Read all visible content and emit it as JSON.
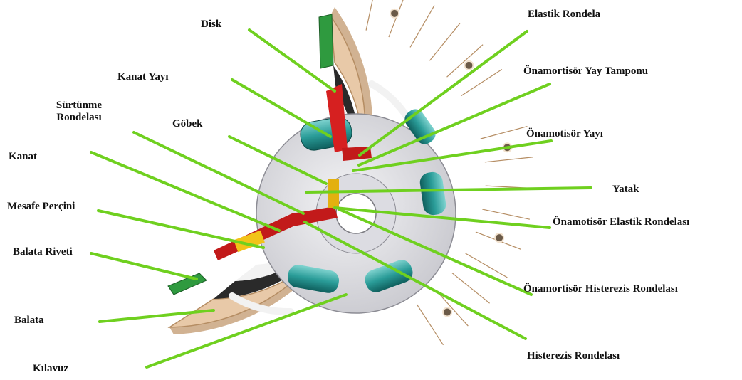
{
  "diagram": {
    "subject": "clutch disc cutaway",
    "leader_color": "#6fd01f",
    "labels": {
      "disk": "Disk",
      "elastik_rondela": "Elastik Rondela",
      "kanat_yayi": "Kanat  Yayı",
      "onamortisor_yay_tamponu": "Önamortisör Yay Tamponu",
      "surtunme_rondelasi_1": "Sürtünme",
      "surtunme_rondelasi_2": "Rondelası",
      "gobek": "Göbek",
      "onamotisor_yayi": "Önamotisör  Yayı",
      "kanat": "Kanat",
      "yatak": "Yatak",
      "mesafe_percini": "Mesafe  Perçini",
      "onamotisor_elastik_rondelasi": "Önamotisör  Elastik Rondelası",
      "balata_riveti": "Balata  Riveti",
      "onamortisor_histerezis_rondelasi": "Önamortisör Histerezis Rondelası",
      "balata": "Balata",
      "histerezis_rondelasi": "Histerezis Rondelası",
      "kilavuz": "Kılavuz"
    }
  }
}
